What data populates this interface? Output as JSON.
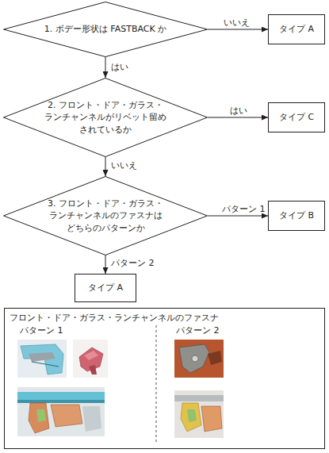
{
  "diagram": {
    "nodes": [
      {
        "text": [
          "1. ボデー形状は FASTBACK か"
        ]
      },
      {
        "text": [
          "タイプ A"
        ]
      },
      {
        "text": [
          "2. フロント・ドア・ガラス・ ランチャンネルがリベット留め されているか"
        ]
      },
      {
        "text": [
          "タイプ C"
        ]
      },
      {
        "text": [
          "3. フロント・ドア・ガラス・ ランチャンネルのファスナは どちらのパターンか"
        ]
      },
      {
        "text": [
          "タイプ B"
        ]
      },
      {
        "text": [
          "タイプ A"
        ]
      },
      {
        "text": [
          "フロント・ドア・ガラス・ランチャンネルのファスナ"
        ]
      }
    ],
    "edges": [
      {
        "from": 0,
        "to": 1,
        "label": "いいえ",
        "arrow": "to"
      },
      {
        "from": 0,
        "to": 2,
        "label": "はい",
        "arrow": "to"
      },
      {
        "from": 2,
        "to": 3,
        "label": "はい",
        "arrow": "to"
      },
      {
        "from": 2,
        "to": 4,
        "label": "いいえ",
        "arrow": "to"
      },
      {
        "from": 4,
        "to": 5,
        "label": "パターン 1",
        "arrow": "to"
      },
      {
        "from": 4,
        "to": 6,
        "label": "パターン 2",
        "arrow": "to"
      }
    ],
    "labels": [
      "パターン 1",
      "パターン 2"
    ]
  }
}
